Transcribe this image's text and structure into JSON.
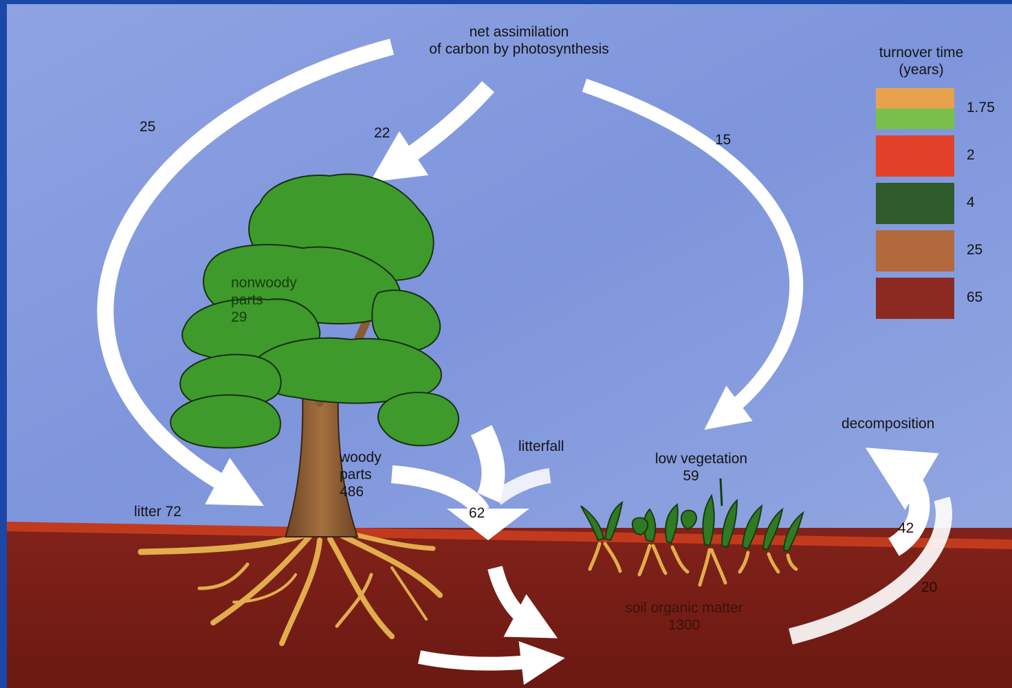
{
  "header": {
    "assimilation_line1": "net assimilation",
    "assimilation_line2": "of carbon by photosynthesis"
  },
  "flows": {
    "to_litter": "25",
    "to_tree": "22",
    "to_low_vegetation": "15",
    "litterfall_total": "62",
    "decomposition_42": "42",
    "decomposition_20": "20"
  },
  "pools": {
    "nonwoody_line1": "nonwoody",
    "nonwoody_line2": "parts",
    "nonwoody_value": "29",
    "woody_line1": "woody",
    "woody_line2": "parts",
    "woody_value": "486",
    "litter": "litter 72",
    "litterfall": "litterfall",
    "low_vegetation": "low vegetation",
    "low_vegetation_value": "59",
    "soil_organic_matter": "soil organic matter",
    "soil_organic_matter_value": "1300",
    "decomposition": "decomposition"
  },
  "legend": {
    "title_line1": "turnover time",
    "title_line2": "(years)",
    "items": [
      {
        "value": "1.75",
        "colors": [
          "#e8a24e",
          "#78c04a"
        ]
      },
      {
        "value": "2",
        "colors": [
          "#e3402a"
        ]
      },
      {
        "value": "4",
        "colors": [
          "#2f5a2a"
        ]
      },
      {
        "value": "25",
        "colors": [
          "#b26a3c"
        ]
      },
      {
        "value": "65",
        "colors": [
          "#8c2a22"
        ]
      }
    ]
  },
  "colors": {
    "sky": "#7f96dc",
    "soil": "#7a1d16",
    "soil_edge": "#c23a1e",
    "foliage": "#3f9a2c",
    "trunk": "#8a5a34",
    "roots": "#e2ad4c",
    "arrow": "#ffffff"
  }
}
